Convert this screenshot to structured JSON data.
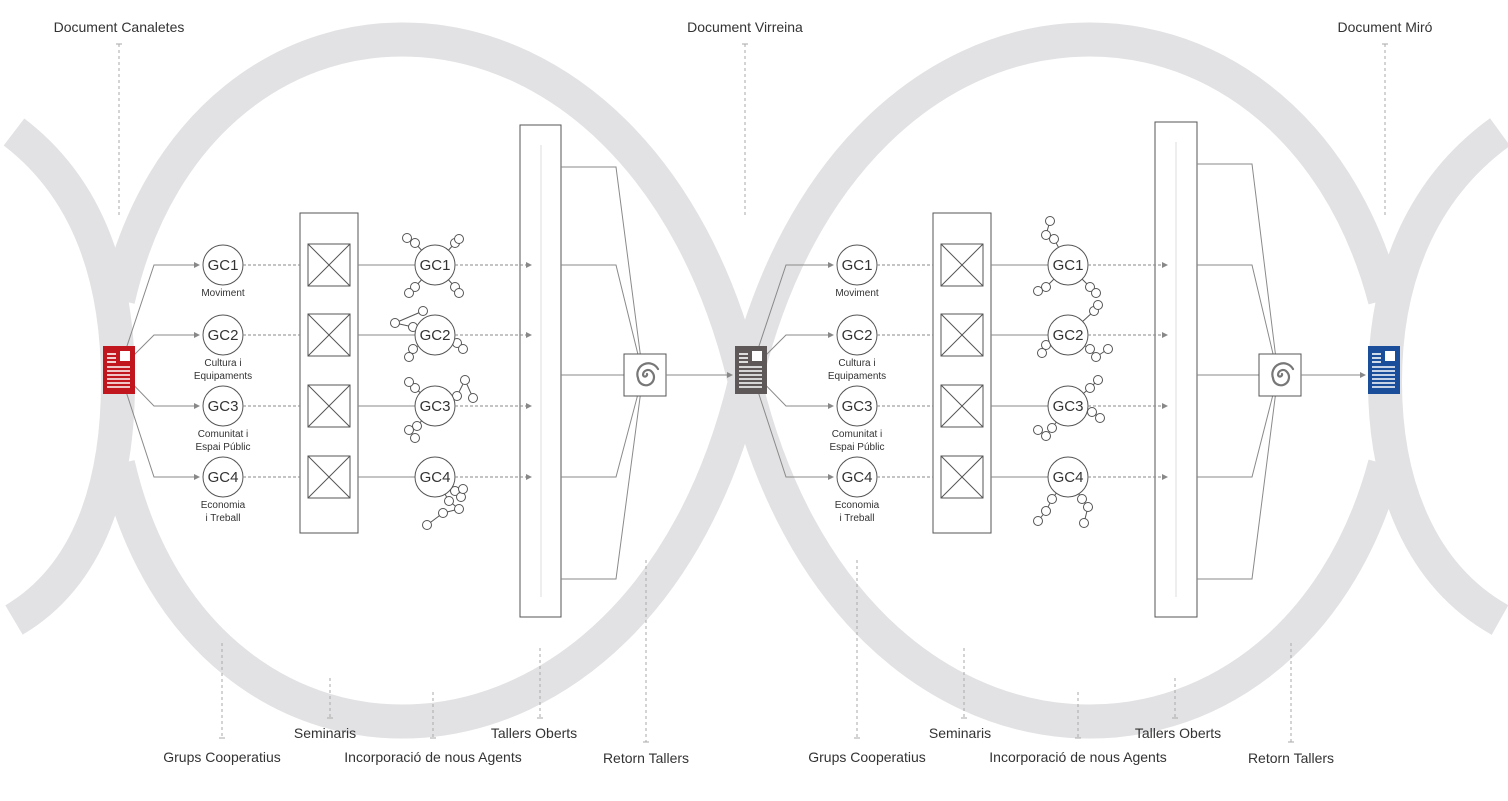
{
  "top_labels": {
    "canaletes": "Document Canaletes",
    "virreina": "Document Virreina",
    "miro": "Document  Miró"
  },
  "bottom_labels": [
    {
      "grups": "Grups Cooperatius",
      "seminaris": "Seminaris",
      "incorporacio": "Incorporació de nous Agents",
      "tallers": "Tallers Oberts",
      "retorn": "Retorn Tallers"
    },
    {
      "grups": "Grups Cooperatius",
      "seminaris": "Seminaris",
      "incorporacio": "Incorporació de nous Agents",
      "tallers": "Tallers Oberts",
      "retorn": "Retorn Tallers"
    }
  ],
  "groups": [
    {
      "code": "GC1",
      "line1": "Moviment",
      "line2": ""
    },
    {
      "code": "GC2",
      "line1": "Cultura i",
      "line2": "Equipaments"
    },
    {
      "code": "GC3",
      "line1": "Comunitat i",
      "line2": "Espai Públic"
    },
    {
      "code": "GC4",
      "line1": "Economia",
      "line2": "i Treball"
    }
  ],
  "colors": {
    "helix": "#e2e1e3",
    "doc_canaletes": "#c2161f",
    "doc_virreina": "#5e5858",
    "doc_miro": "#1a4e9a",
    "line": "#8a8a8a",
    "stroke": "#555555"
  },
  "icons": {
    "document": "document-icon",
    "spiral": "spiral-icon",
    "seminar": "crossed-box-icon",
    "network": "node-network-icon"
  }
}
